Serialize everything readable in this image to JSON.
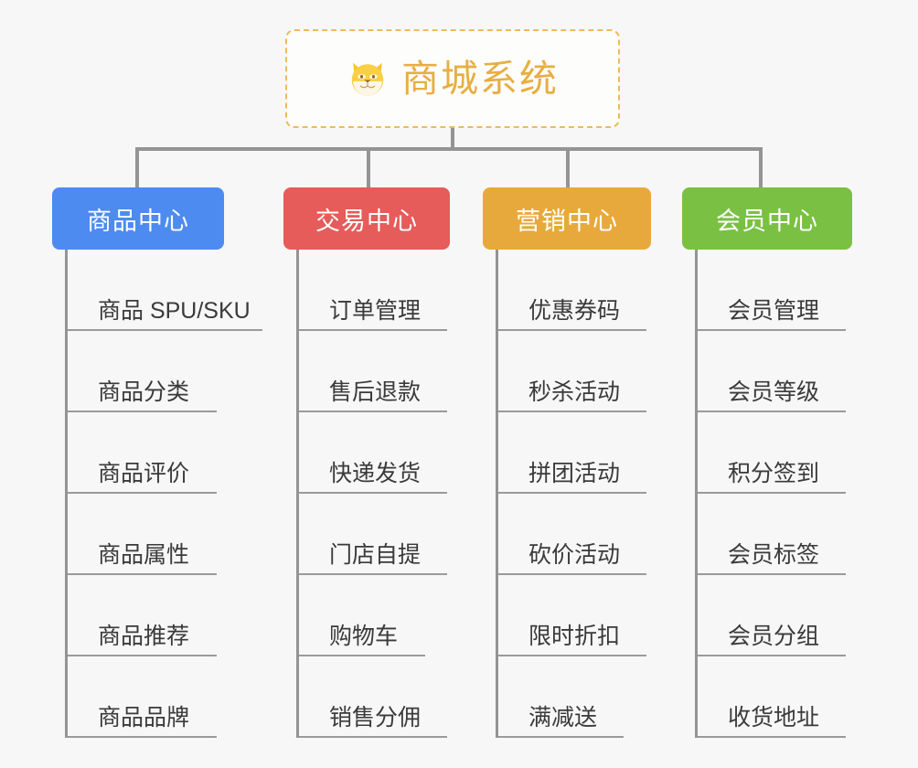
{
  "root": {
    "icon": "shiba-dog-face-icon",
    "title": "商城系统",
    "accent_color": "#e8ae42",
    "border_color": "#edbb5c",
    "background": "#fdfdfc"
  },
  "canvas": {
    "background": "#f7f7f7",
    "line_color": "#949494"
  },
  "categories": [
    {
      "label": "商品中心",
      "color": "#4d8bf0",
      "items": [
        "商品 SPU/SKU",
        "商品分类",
        "商品评价",
        "商品属性",
        "商品推荐",
        "商品品牌"
      ]
    },
    {
      "label": "交易中心",
      "color": "#e55c5a",
      "items": [
        "订单管理",
        "售后退款",
        "快递发货",
        "门店自提",
        "购物车",
        "销售分佣"
      ]
    },
    {
      "label": "营销中心",
      "color": "#e8a93c",
      "items": [
        "优惠券码",
        "秒杀活动",
        "拼团活动",
        "砍价活动",
        "限时折扣",
        "满减送"
      ]
    },
    {
      "label": "会员中心",
      "color": "#7ac143",
      "items": [
        "会员管理",
        "会员等级",
        "积分签到",
        "会员标签",
        "会员分组",
        "收货地址"
      ]
    }
  ]
}
